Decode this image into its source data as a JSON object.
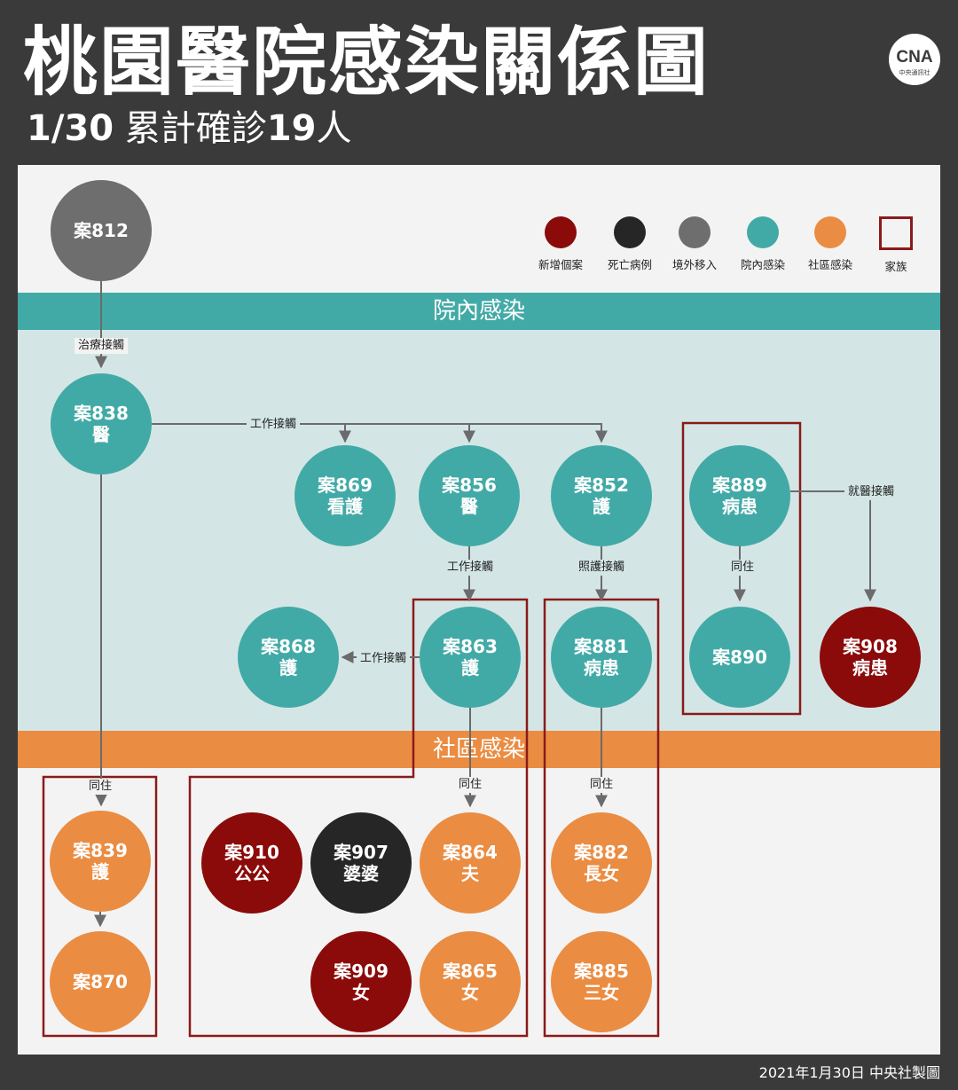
{
  "header": {
    "title": "桃園醫院感染關係圖",
    "subtitle_date": "1/30",
    "subtitle_text": "累計確診",
    "subtitle_count": "19",
    "subtitle_unit": "人",
    "logo_letters": "CNA",
    "logo_caption": "中央通訊社"
  },
  "legend": [
    {
      "label": "新增個案",
      "color": "#8b0a0a",
      "shape": "circle"
    },
    {
      "label": "死亡病例",
      "color": "#262626",
      "shape": "circle"
    },
    {
      "label": "境外移入",
      "color": "#6e6e6e",
      "shape": "circle"
    },
    {
      "label": "院內感染",
      "color": "#42aaa6",
      "shape": "circle"
    },
    {
      "label": "社區感染",
      "color": "#ea8c42",
      "shape": "circle"
    },
    {
      "label": "家族",
      "color": "#8b1a1a",
      "shape": "square-outline"
    }
  ],
  "sections": {
    "hospital": "院內感染",
    "community": "社區感染"
  },
  "colors": {
    "new": "#8b0a0a",
    "death": "#262626",
    "imported": "#6e6e6e",
    "hospital": "#42aaa6",
    "community": "#ea8c42",
    "family": "#8b1a1a"
  },
  "nodes": [
    {
      "id": "812",
      "line1": "案812",
      "line2": "",
      "category": "imported"
    },
    {
      "id": "838",
      "line1": "案838",
      "line2": "醫",
      "category": "hospital"
    },
    {
      "id": "869",
      "line1": "案869",
      "line2": "看護",
      "category": "hospital"
    },
    {
      "id": "856",
      "line1": "案856",
      "line2": "醫",
      "category": "hospital"
    },
    {
      "id": "852",
      "line1": "案852",
      "line2": "護",
      "category": "hospital"
    },
    {
      "id": "889",
      "line1": "案889",
      "line2": "病患",
      "category": "hospital"
    },
    {
      "id": "868",
      "line1": "案868",
      "line2": "護",
      "category": "hospital"
    },
    {
      "id": "863",
      "line1": "案863",
      "line2": "護",
      "category": "hospital"
    },
    {
      "id": "881",
      "line1": "案881",
      "line2": "病患",
      "category": "hospital"
    },
    {
      "id": "890",
      "line1": "案890",
      "line2": "",
      "category": "hospital"
    },
    {
      "id": "908",
      "line1": "案908",
      "line2": "病患",
      "category": "new"
    },
    {
      "id": "839",
      "line1": "案839",
      "line2": "護",
      "category": "community"
    },
    {
      "id": "870",
      "line1": "案870",
      "line2": "",
      "category": "community"
    },
    {
      "id": "910",
      "line1": "案910",
      "line2": "公公",
      "category": "new"
    },
    {
      "id": "907",
      "line1": "案907",
      "line2": "婆婆",
      "category": "death"
    },
    {
      "id": "864",
      "line1": "案864",
      "line2": "夫",
      "category": "community"
    },
    {
      "id": "909",
      "line1": "案909",
      "line2": "女",
      "category": "new"
    },
    {
      "id": "865",
      "line1": "案865",
      "line2": "女",
      "category": "community"
    },
    {
      "id": "882",
      "line1": "案882",
      "line2": "長女",
      "category": "community"
    },
    {
      "id": "885",
      "line1": "案885",
      "line2": "三女",
      "category": "community"
    }
  ],
  "edge_labels": {
    "treatment_contact": "治療接觸",
    "work_contact_main": "工作接觸",
    "work_contact_856": "工作接觸",
    "care_contact": "照護接觸",
    "work_contact_868": "工作接觸",
    "medical_contact": "就醫接觸",
    "cohabit_889": "同住",
    "cohabit_839": "同住",
    "cohabit_864": "同住",
    "cohabit_882": "同住"
  },
  "footer": {
    "credit": "2021年1月30日 中央社製圖"
  }
}
